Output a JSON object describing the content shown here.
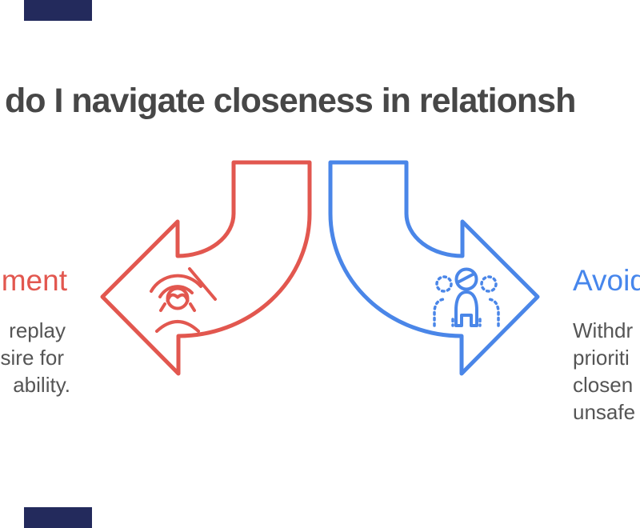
{
  "title": {
    "visible_text": "do I navigate closeness in relationsh"
  },
  "left_panel": {
    "heading_fragment": "ment",
    "body_line_fragments": [
      "replay",
      "sire for",
      "ability."
    ],
    "arrow_direction": "left",
    "icon": "person-with-crossed-signal-icon"
  },
  "right_panel": {
    "heading_fragment": "Avoid",
    "body_line_fragments": [
      "Withdr",
      "prioriti",
      "closen",
      "unsafe"
    ],
    "arrow_direction": "right",
    "icon": "group-of-people-dotted-icon"
  },
  "colors": {
    "red": "#e2574f",
    "blue": "#4a86e8",
    "heading_blue": "#4686ec",
    "title_text": "#474747",
    "body_text": "#555555",
    "corner_accent": "#232a5c",
    "background": "#ffffff"
  }
}
